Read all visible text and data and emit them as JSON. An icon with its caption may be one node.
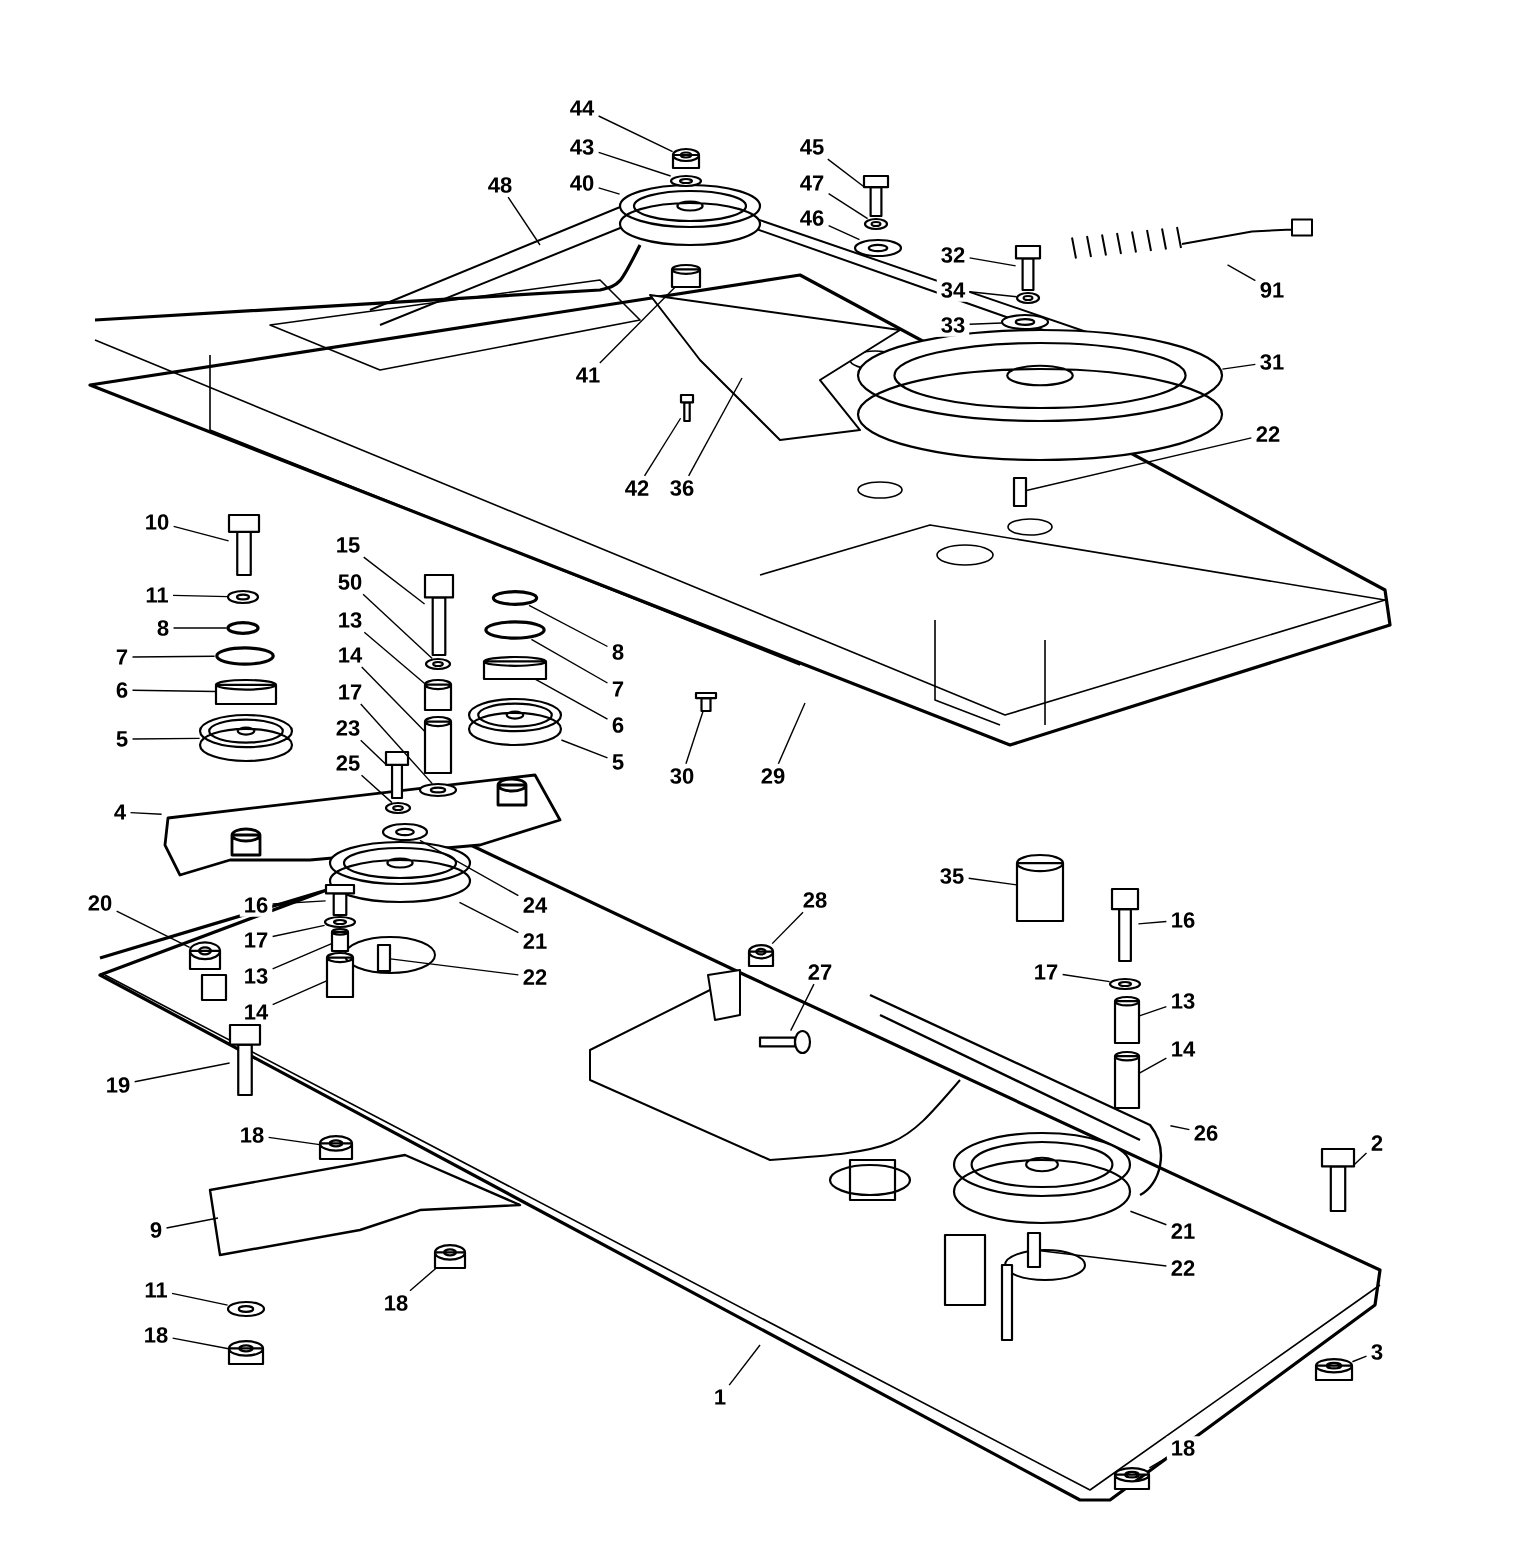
{
  "diagram": {
    "nodes": [
      {
        "text": [
          "44"
        ]
      },
      {
        "text": [
          "43"
        ]
      },
      {
        "text": [
          "40"
        ]
      },
      {
        "text": [
          "48"
        ]
      },
      {
        "text": [
          "45"
        ]
      },
      {
        "text": [
          "47"
        ]
      },
      {
        "text": [
          "46"
        ]
      },
      {
        "text": [
          "32"
        ]
      },
      {
        "text": [
          "34"
        ]
      },
      {
        "text": [
          "33"
        ]
      },
      {
        "text": [
          "91"
        ]
      },
      {
        "text": [
          "31"
        ]
      },
      {
        "text": [
          "22"
        ]
      },
      {
        "text": [
          "41"
        ]
      },
      {
        "text": [
          "42"
        ]
      },
      {
        "text": [
          "36"
        ]
      },
      {
        "text": [
          "10"
        ]
      },
      {
        "text": [
          "11"
        ]
      },
      {
        "text": [
          "8"
        ]
      },
      {
        "text": [
          "7"
        ]
      },
      {
        "text": [
          "6"
        ]
      },
      {
        "text": [
          "5"
        ]
      },
      {
        "text": [
          "15"
        ]
      },
      {
        "text": [
          "50"
        ]
      },
      {
        "text": [
          "13"
        ]
      },
      {
        "text": [
          "14"
        ]
      },
      {
        "text": [
          "17"
        ]
      },
      {
        "text": [
          "23"
        ]
      },
      {
        "text": [
          "25"
        ]
      },
      {
        "text": [
          "4"
        ]
      },
      {
        "text": [
          "8"
        ]
      },
      {
        "text": [
          "7"
        ]
      },
      {
        "text": [
          "6"
        ]
      },
      {
        "text": [
          "5"
        ]
      },
      {
        "text": [
          "30"
        ]
      },
      {
        "text": [
          "29"
        ]
      },
      {
        "text": [
          "24"
        ]
      },
      {
        "text": [
          "21"
        ]
      },
      {
        "text": [
          "22"
        ]
      },
      {
        "text": [
          "16"
        ]
      },
      {
        "text": [
          "17"
        ]
      },
      {
        "text": [
          "13"
        ]
      },
      {
        "text": [
          "14"
        ]
      },
      {
        "text": [
          "20"
        ]
      },
      {
        "text": [
          "28"
        ]
      },
      {
        "text": [
          "27"
        ]
      },
      {
        "text": [
          "35"
        ]
      },
      {
        "text": [
          "16"
        ]
      },
      {
        "text": [
          "17"
        ]
      },
      {
        "text": [
          "13"
        ]
      },
      {
        "text": [
          "14"
        ]
      },
      {
        "text": [
          "26"
        ]
      },
      {
        "text": [
          "2"
        ]
      },
      {
        "text": [
          "21"
        ]
      },
      {
        "text": [
          "22"
        ]
      },
      {
        "text": [
          "3"
        ]
      },
      {
        "text": [
          "18"
        ]
      },
      {
        "text": [
          "1"
        ]
      },
      {
        "text": [
          "19"
        ]
      },
      {
        "text": [
          "18"
        ]
      },
      {
        "text": [
          "9"
        ]
      },
      {
        "text": [
          "11"
        ]
      },
      {
        "text": [
          "18"
        ]
      },
      {
        "text": [
          "18"
        ]
      },
      {
        "text": [],
        "shape": "picture"
      },
      {
        "text": [],
        "shape": "picture"
      },
      {
        "text": [],
        "shape": "picture"
      },
      {
        "text": [],
        "shape": "picture"
      },
      {
        "text": [],
        "shape": "picture"
      },
      {
        "text": [],
        "shape": "picture"
      },
      {
        "text": [],
        "shape": "picture"
      },
      {
        "text": [],
        "shape": "picture"
      },
      {
        "text": [],
        "shape": "picture"
      },
      {
        "text": [],
        "shape": "picture"
      },
      {
        "text": [],
        "shape": "picture"
      },
      {
        "text": [],
        "shape": "box"
      },
      {
        "text": [],
        "shape": "picture"
      },
      {
        "text": [],
        "shape": "picture"
      },
      {
        "text": [],
        "shape": "picture"
      },
      {
        "text": [],
        "shape": "picture"
      },
      {
        "text": [],
        "shape": "circle"
      },
      {
        "text": [],
        "shape": "circle"
      },
      {
        "text": [],
        "shape": "picture"
      },
      {
        "text": [],
        "shape": "picture"
      },
      {
        "text": [],
        "shape": "picture"
      },
      {
        "text": [],
        "shape": "picture"
      },
      {
        "text": [],
        "shape": "picture"
      },
      {
        "text": [],
        "shape": "picture"
      },
      {
        "text": [],
        "shape": "picture",
        "in": 122
      },
      {
        "text": [],
        "shape": "picture"
      },
      {
        "text": [],
        "shape": "picture",
        "in": 122
      },
      {
        "text": [],
        "shape": "circle"
      },
      {
        "text": [],
        "shape": "circle"
      },
      {
        "text": [],
        "shape": "picture"
      },
      {
        "text": [],
        "shape": "picture"
      },
      {
        "text": [],
        "shape": "picture"
      },
      {
        "text": [],
        "shape": "picture",
        "in": 122
      },
      {
        "text": [],
        "shape": "picture"
      },
      {
        "text": [],
        "shape": "box"
      },
      {
        "text": [],
        "shape": "picture"
      },
      {
        "text": [],
        "shape": "picture"
      },
      {
        "text": [],
        "shape": "picture"
      },
      {
        "text": [],
        "shape": "picture"
      },
      {
        "text": [],
        "shape": "picture"
      },
      {
        "text": [],
        "shape": "picture"
      },
      {
        "text": [],
        "shape": "picture"
      },
      {
        "text": [],
        "shape": "picture"
      },
      {
        "text": [],
        "shape": "picture"
      },
      {
        "text": [],
        "shape": "picture"
      },
      {
        "text": [],
        "shape": "picture",
        "in": 121
      },
      {
        "text": [],
        "shape": "picture",
        "in": 121
      },
      {
        "text": [],
        "shape": "picture"
      },
      {
        "text": [],
        "shape": "picture"
      },
      {
        "text": [],
        "shape": "box"
      },
      {
        "text": [],
        "shape": "picture"
      },
      {
        "text": [],
        "shape": "picture"
      },
      {
        "text": [],
        "shape": "picture"
      },
      {
        "text": [],
        "shape": "picture"
      },
      {
        "text": [],
        "shape": "picture"
      },
      {
        "text": [],
        "shape": "picture"
      },
      {
        "text": [],
        "shape": "picture"
      },
      {
        "text": [],
        "shape": "picture"
      },
      {
        "text": [],
        "shape": "picture"
      }
    ],
    "edges": [
      {
        "from": 0,
        "to": 64,
        "arrow": "none"
      },
      {
        "from": 1,
        "to": 65,
        "arrow": "none"
      },
      {
        "from": 2,
        "to": 66,
        "arrow": "none"
      },
      {
        "from": 3,
        "to": null,
        "arrow": "none"
      },
      {
        "from": 4,
        "to": 67,
        "arrow": "none"
      },
      {
        "from": 5,
        "to": 68,
        "arrow": "none"
      },
      {
        "from": 6,
        "to": 69,
        "arrow": "none"
      },
      {
        "from": 7,
        "to": 70,
        "arrow": "none"
      },
      {
        "from": 8,
        "to": 71,
        "arrow": "none"
      },
      {
        "from": 9,
        "to": 72,
        "arrow": "none"
      },
      {
        "from": 10,
        "to": 73,
        "arrow": "none"
      },
      {
        "from": 11,
        "to": 74,
        "arrow": "none"
      },
      {
        "from": 12,
        "to": 75,
        "arrow": "none"
      },
      {
        "from": 13,
        "to": 76,
        "arrow": "none"
      },
      {
        "from": 14,
        "to": 77,
        "arrow": "none"
      },
      {
        "from": 15,
        "to": null,
        "arrow": "none"
      },
      {
        "from": 16,
        "to": 78,
        "arrow": "none"
      },
      {
        "from": 17,
        "to": 79,
        "arrow": "none"
      },
      {
        "from": 18,
        "to": 80,
        "arrow": "none"
      },
      {
        "from": 19,
        "to": 81,
        "arrow": "none"
      },
      {
        "from": 20,
        "to": 82,
        "arrow": "none"
      },
      {
        "from": 21,
        "to": 83,
        "arrow": "none"
      },
      {
        "from": 22,
        "to": 84,
        "arrow": "none"
      },
      {
        "from": 23,
        "to": 85,
        "arrow": "none"
      },
      {
        "from": 24,
        "to": 86,
        "arrow": "none"
      },
      {
        "from": 25,
        "to": 87,
        "arrow": "none"
      },
      {
        "from": 26,
        "to": 88,
        "arrow": "none"
      },
      {
        "from": 27,
        "to": 89,
        "arrow": "none"
      },
      {
        "from": 28,
        "to": 90,
        "arrow": "none"
      },
      {
        "from": 29,
        "to": 122,
        "arrow": "none"
      },
      {
        "from": 30,
        "to": 91,
        "arrow": "none"
      },
      {
        "from": 31,
        "to": 92,
        "arrow": "none"
      },
      {
        "from": 32,
        "to": 93,
        "arrow": "none"
      },
      {
        "from": 33,
        "to": 94,
        "arrow": "none"
      },
      {
        "from": 34,
        "to": 95,
        "arrow": "none"
      },
      {
        "from": 35,
        "to": null,
        "arrow": "none"
      },
      {
        "from": 36,
        "to": 96,
        "arrow": "none"
      },
      {
        "from": 37,
        "to": 97,
        "arrow": "none"
      },
      {
        "from": 38,
        "to": 98,
        "arrow": "none"
      },
      {
        "from": 39,
        "to": 99,
        "arrow": "none"
      },
      {
        "from": 40,
        "to": 100,
        "arrow": "none"
      },
      {
        "from": 41,
        "to": 101,
        "arrow": "none"
      },
      {
        "from": 42,
        "to": 102,
        "arrow": "none"
      },
      {
        "from": 43,
        "to": 103,
        "arrow": "none"
      },
      {
        "from": 44,
        "to": 104,
        "arrow": "none"
      },
      {
        "from": 45,
        "to": 105,
        "arrow": "none"
      },
      {
        "from": 46,
        "to": 106,
        "arrow": "none"
      },
      {
        "from": 47,
        "to": 107,
        "arrow": "none"
      },
      {
        "from": 48,
        "to": 108,
        "arrow": "none"
      },
      {
        "from": 49,
        "to": 109,
        "arrow": "none"
      },
      {
        "from": 50,
        "to": 110,
        "arrow": "none"
      },
      {
        "from": 51,
        "to": 121,
        "arrow": "none"
      },
      {
        "from": 52,
        "to": 111,
        "arrow": "none"
      },
      {
        "from": 53,
        "to": 112,
        "arrow": "none"
      },
      {
        "from": 54,
        "to": 113,
        "arrow": "none"
      },
      {
        "from": 55,
        "to": 114,
        "arrow": "none"
      },
      {
        "from": 56,
        "to": 115,
        "arrow": "none"
      },
      {
        "from": 57,
        "to": null,
        "arrow": "none"
      },
      {
        "from": 58,
        "to": 116,
        "arrow": "none"
      },
      {
        "from": 59,
        "to": 117,
        "arrow": "none"
      },
      {
        "from": 60,
        "to": null,
        "arrow": "none"
      },
      {
        "from": 61,
        "to": 118,
        "arrow": "none"
      },
      {
        "from": 62,
        "to": 119,
        "arrow": "none"
      },
      {
        "from": 63,
        "to": 120,
        "arrow": "none"
      }
    ]
  }
}
